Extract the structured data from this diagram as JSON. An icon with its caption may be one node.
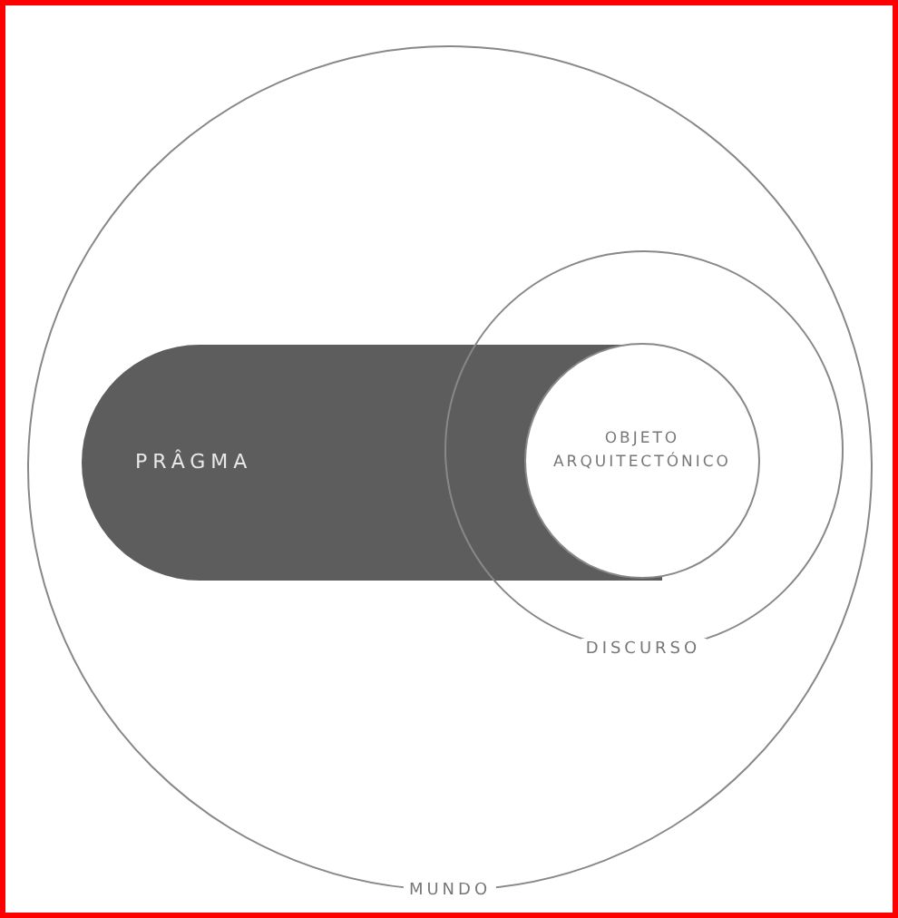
{
  "diagram": {
    "nodes": [
      {
        "text": [
          "MUNDO"
        ]
      },
      {
        "text": [
          "DISCURSO"
        ],
        "in": 0
      },
      {
        "text": [
          "PRÂGMA"
        ],
        "in": 0
      },
      {
        "text": [
          "OBJETO ARQUITECTÓNICO"
        ],
        "in": 1
      }
    ]
  }
}
